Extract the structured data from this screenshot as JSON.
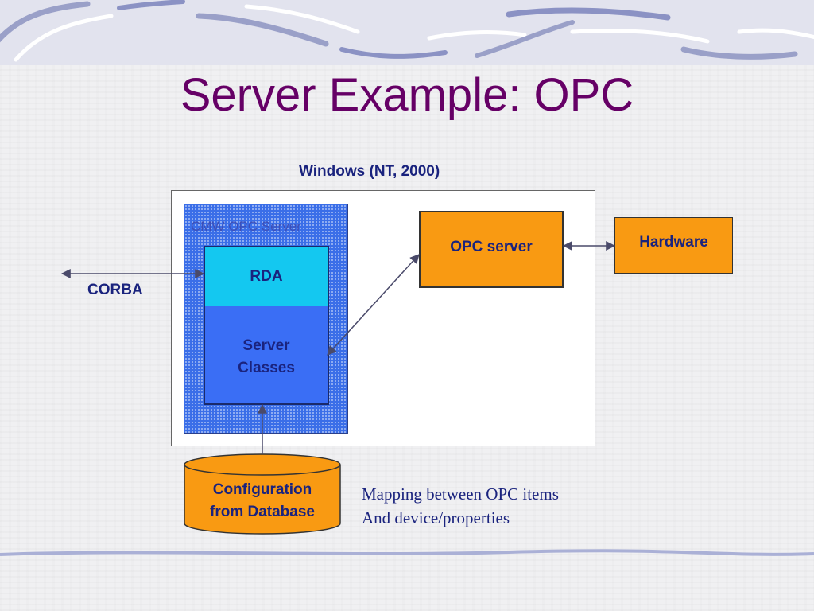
{
  "slide": {
    "title": "Server Example: OPC"
  },
  "diagram": {
    "windows_label": "Windows (NT, 2000)",
    "cmw_server_label": "CMW OPC Server",
    "rda_label": "RDA",
    "server_classes_line1": "Server",
    "server_classes_line2": "Classes",
    "opc_server_label": "OPC server",
    "hardware_label": "Hardware",
    "corba_label": "CORBA",
    "config_line1": "Configuration",
    "config_line2": "from Database",
    "mapping_line1": "Mapping between OPC items",
    "mapping_line2": "And device/properties"
  },
  "colors": {
    "title": "#660066",
    "label": "#1a237e",
    "orange": "#f99a12",
    "cyan": "#14c8f0",
    "blue": "#3a6ef5"
  }
}
